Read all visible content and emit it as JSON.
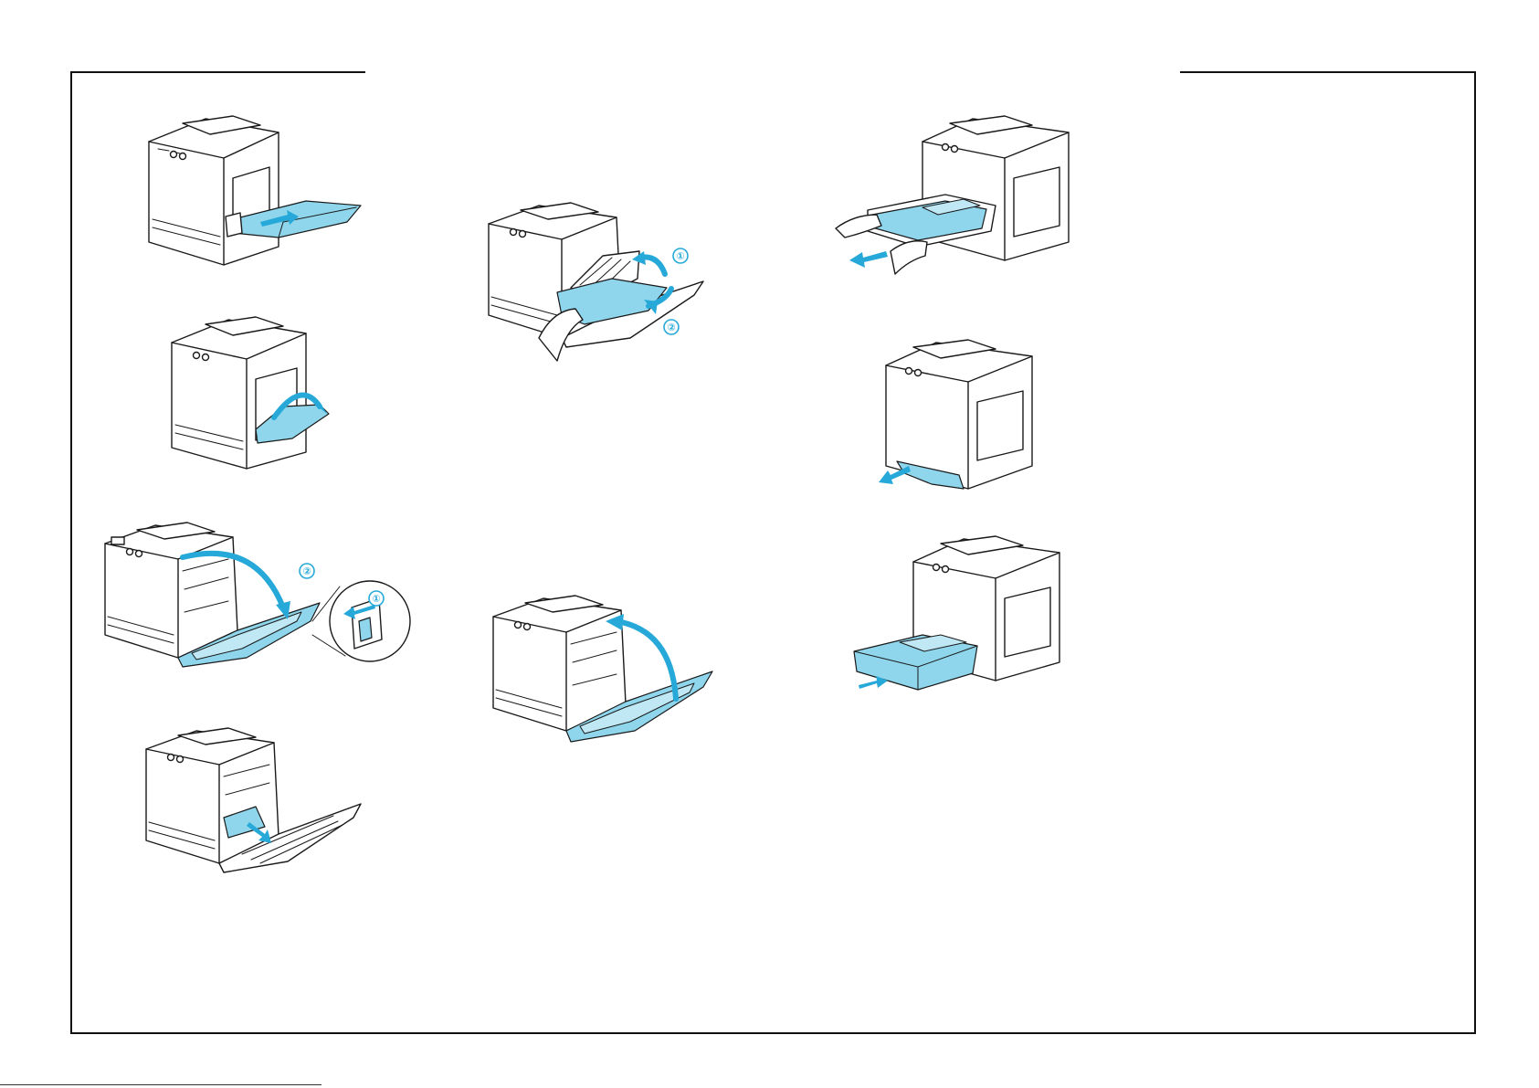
{
  "colors": {
    "accent": "#26a9d9",
    "paper": "#8fd6ec",
    "line": "#1a1a1a"
  },
  "callouts": {
    "step_one": "①",
    "step_two": "②"
  },
  "illustrations": [
    {
      "name": "mp-tray-remove-paper",
      "icon": "printer-mp-tray-arrow-icon"
    },
    {
      "name": "mp-tray-close",
      "icon": "printer-mp-tray-close-icon"
    },
    {
      "name": "cover-a-open-latch",
      "icon": "printer-cover-open-latch-icon"
    },
    {
      "name": "cover-a-remove-paper",
      "icon": "printer-cover-remove-paper-icon"
    },
    {
      "name": "fuser-remove-paper",
      "icon": "printer-fuser-remove-icon"
    },
    {
      "name": "cover-a-close",
      "icon": "printer-cover-close-icon"
    },
    {
      "name": "cassette-pull-out",
      "icon": "printer-cassette-pull-icon"
    },
    {
      "name": "cassette-slot-remove-paper",
      "icon": "printer-cassette-slot-icon"
    },
    {
      "name": "cassette-push-in",
      "icon": "printer-cassette-push-icon"
    }
  ]
}
